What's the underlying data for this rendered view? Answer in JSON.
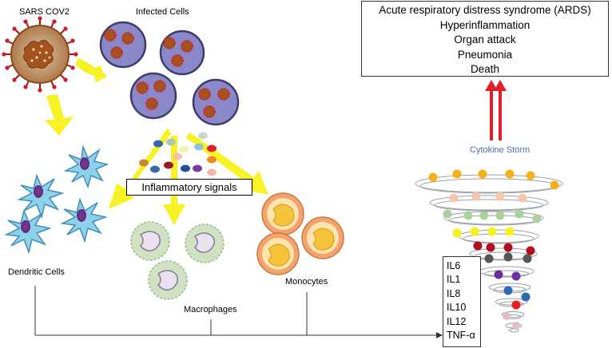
{
  "labels": {
    "virus": "SARS COV2",
    "infected": "Infected Cells",
    "dendritic": "Dendritic Cells",
    "macrophages": "Macrophages",
    "monocytes": "Monocytes",
    "inflammatory": "Inflammatory signals",
    "storm": "Cytokine Storm"
  },
  "outcomes": [
    "Acute respiratory distress syndrome (ARDS)",
    "Hyperinflammation",
    "Organ attack",
    "Pneumonia",
    "Death"
  ],
  "cytokines": [
    "IL6",
    "IL1",
    "IL8",
    "IL10",
    "IL12",
    "TNF-α"
  ],
  "colors": {
    "arrow_yellow": "#f7f21a",
    "arrow_red": "#e21f26",
    "storm_text": "#4a6fb0",
    "infected_cell": "#8a88c8",
    "virus_body": "#a4521e",
    "dendritic": "#8fd0ea",
    "macrophage": "#cfe3c3",
    "monocyte": "#f3a36b"
  }
}
